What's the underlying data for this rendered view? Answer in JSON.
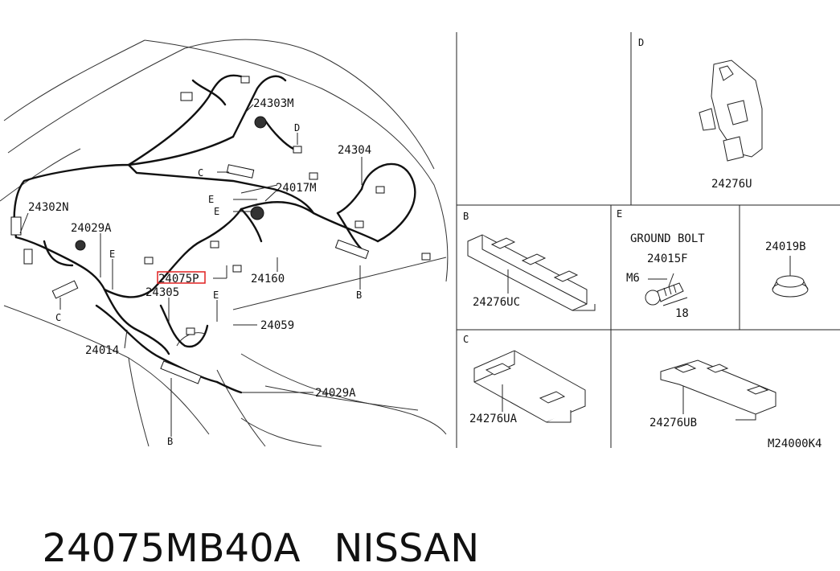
{
  "diagram": {
    "main_labels": {
      "p24303M": "24303M",
      "p24304": "24304",
      "p24017M": "24017M",
      "p24302N": "24302N",
      "p24029A_top": "24029A",
      "p24075P": "24075P",
      "p24305": "24305",
      "p24160": "24160",
      "p24059": "24059",
      "p24014": "24014",
      "p24029A_bottom": "24029A"
    },
    "callouts": {
      "D": "D",
      "C_top": "C",
      "E_1": "E",
      "E_2": "E",
      "E_3": "E",
      "E_4": "E",
      "C_left": "C",
      "B_right": "B",
      "B_bottom": "B"
    },
    "panels": {
      "D": {
        "letter": "D",
        "part": "24276U"
      },
      "B": {
        "letter": "B",
        "part": "24276UC"
      },
      "E": {
        "letter": "E",
        "title": "GROUND BOLT",
        "part": "24015F",
        "size": "M6",
        "length": "18"
      },
      "p24019B": {
        "part": "24019B"
      },
      "C": {
        "letter": "C",
        "part": "24276UA"
      },
      "UB": {
        "part": "24276UB"
      }
    },
    "code": "M24000K4",
    "highlight_color": "#e02020"
  },
  "footer": {
    "part_number": "24075MB40A",
    "brand": "NISSAN"
  }
}
